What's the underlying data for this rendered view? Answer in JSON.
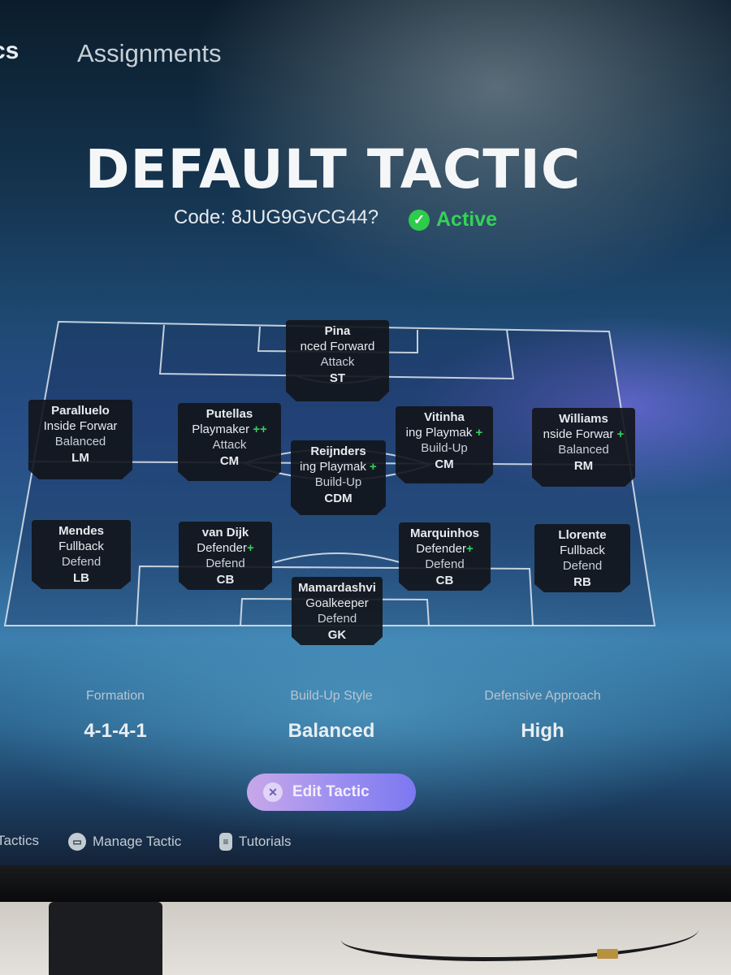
{
  "nav": {
    "active_tab": "cs",
    "tab_assignments": "Assignments"
  },
  "title": "DEFAULT TACTIC",
  "code_label": "Code: 8JUG9GvCG44?",
  "status": "Active",
  "players": {
    "st": {
      "name": "Pina",
      "role": "nced Forward",
      "style": "Attack",
      "pos": "ST",
      "plus": ""
    },
    "lm": {
      "name": "Paralluelo",
      "role": "Inside Forwar",
      "style": "Balanced",
      "pos": "LM",
      "plus": ""
    },
    "cml": {
      "name": "Putellas",
      "role": "Playmaker",
      "style": "Attack",
      "pos": "CM",
      "plus": "++"
    },
    "cdm": {
      "name": "Reijnders",
      "role": "ing Playmak",
      "style": "Build-Up",
      "pos": "CDM",
      "plus": "+"
    },
    "cmr": {
      "name": "Vitinha",
      "role": "ing Playmak",
      "style": "Build-Up",
      "pos": "CM",
      "plus": "+"
    },
    "rm": {
      "name": "Williams",
      "role": "nside Forwar",
      "style": "Balanced",
      "pos": "RM",
      "plus": "+"
    },
    "lb": {
      "name": "Mendes",
      "role": "Fullback",
      "style": "Defend",
      "pos": "LB",
      "plus": ""
    },
    "cbl": {
      "name": "van Dijk",
      "role": "Defender",
      "style": "Defend",
      "pos": "CB",
      "plus": "+"
    },
    "cbr": {
      "name": "Marquinhos",
      "role": "Defender",
      "style": "Defend",
      "pos": "CB",
      "plus": "+"
    },
    "rb": {
      "name": "Llorente",
      "role": "Fullback",
      "style": "Defend",
      "pos": "RB",
      "plus": ""
    },
    "gk": {
      "name": "Mamardashvi",
      "role": "Goalkeeper",
      "style": "Defend",
      "pos": "GK",
      "plus": ""
    }
  },
  "summary": {
    "formation_label": "Formation",
    "formation": "4-1-4-1",
    "buildup_label": "Build-Up Style",
    "buildup": "Balanced",
    "defense_label": "Defensive Approach",
    "defense": "High"
  },
  "edit_button": "Edit Tactic",
  "footer": {
    "tactics": "Tactics",
    "manage": "Manage Tactic",
    "tutorials": "Tutorials"
  },
  "colors": {
    "active_green": "#33d356",
    "button_gradient_start": "#c8a7ea",
    "button_gradient_end": "#7c78f0"
  }
}
